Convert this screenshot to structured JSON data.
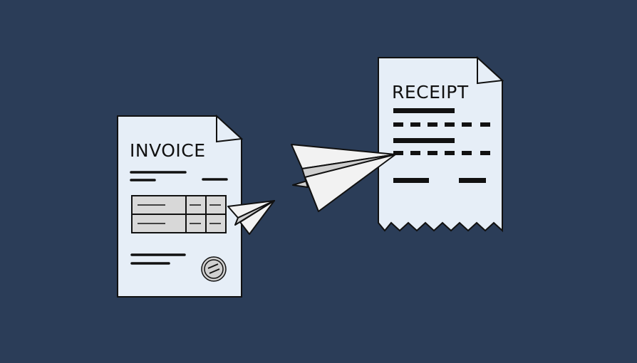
{
  "scene": {
    "background": "#2b3d58",
    "paper_color": "#e6eef7",
    "table_fill": "#d8d8d8",
    "plane_color": "#f2f2f2",
    "plane_shadow": "#cfcfcf"
  },
  "invoice": {
    "title": "INVOICE",
    "icon": "stamp-icon"
  },
  "receipt": {
    "title": "RECEIPT"
  },
  "planes": [
    {
      "name": "small-paper-plane",
      "icon": "paper-plane-icon"
    },
    {
      "name": "large-paper-plane",
      "icon": "paper-plane-icon"
    }
  ]
}
